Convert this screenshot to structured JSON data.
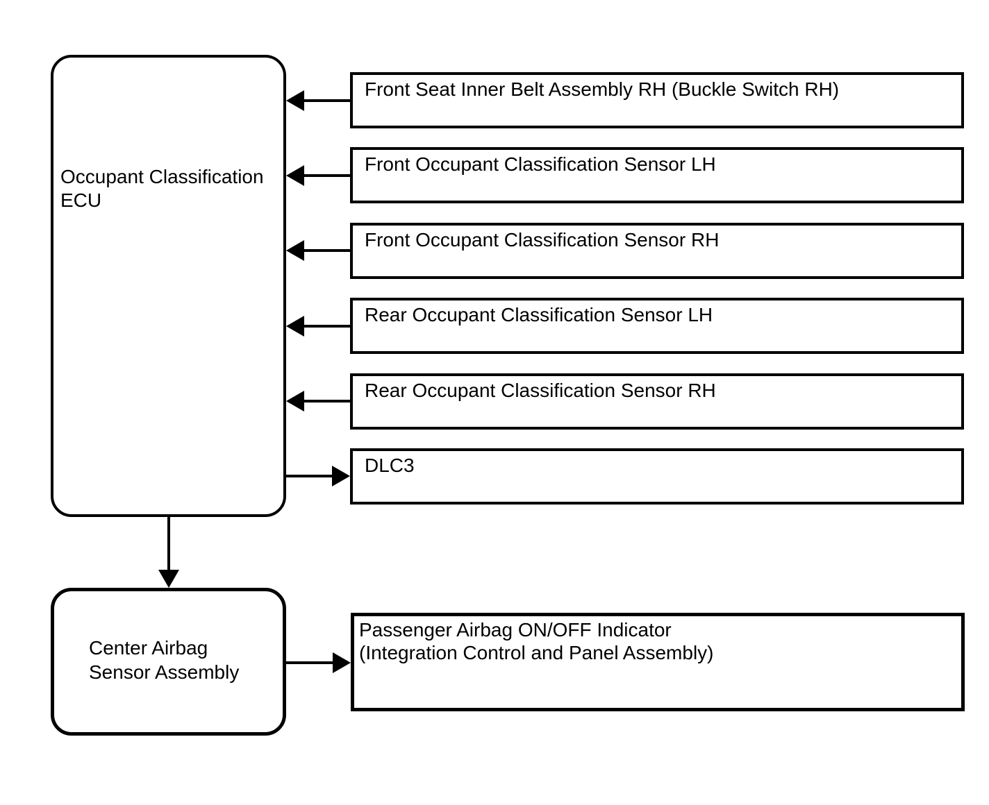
{
  "diagram": {
    "ecu": {
      "lines": [
        "Occupant Classification",
        "ECU"
      ]
    },
    "center_airbag": {
      "lines": [
        "Center Airbag",
        "Sensor Assembly"
      ]
    },
    "right_boxes": [
      {
        "label": "Front Seat Inner Belt Assembly RH (Buckle Switch RH)",
        "arrow_direction": "to-ecu"
      },
      {
        "label": "Front Occupant Classification Sensor LH",
        "arrow_direction": "to-ecu"
      },
      {
        "label": "Front Occupant Classification Sensor RH",
        "arrow_direction": "to-ecu"
      },
      {
        "label": "Rear Occupant Classification Sensor LH",
        "arrow_direction": "to-ecu"
      },
      {
        "label": "Rear Occupant Classification Sensor RH",
        "arrow_direction": "to-ecu"
      },
      {
        "label": "DLC3",
        "arrow_direction": "from-ecu"
      }
    ],
    "passenger_indicator": {
      "lines": [
        "Passenger Airbag ON/OFF Indicator",
        "(Integration Control and Panel Assembly)"
      ]
    },
    "colors": {
      "line": "#000000",
      "background": "#ffffff"
    }
  }
}
